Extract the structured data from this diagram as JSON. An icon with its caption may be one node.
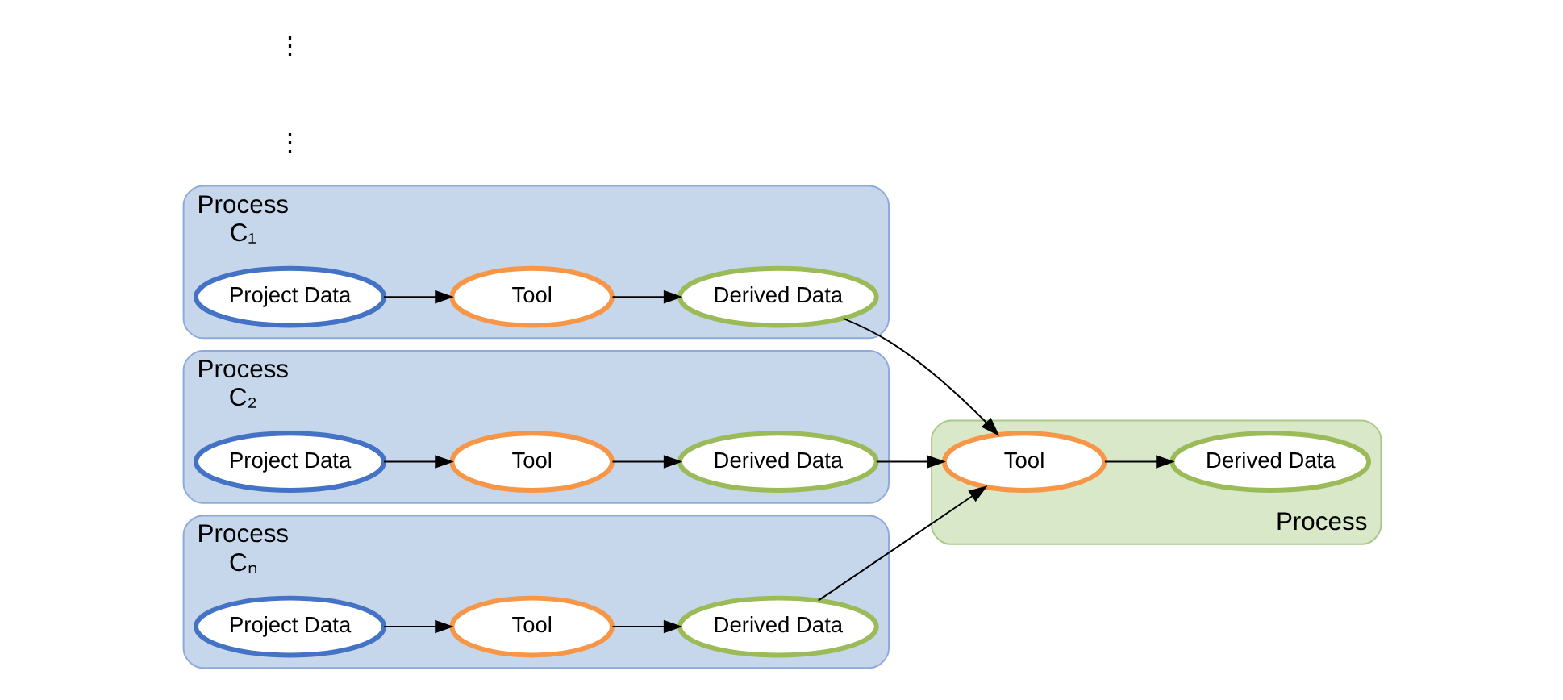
{
  "diagram": {
    "nodes": [
      {
        "text": [
          "Process"
        ]
      },
      {
        "text": [
          "Process",
          "C₁"
        ]
      },
      {
        "text": [
          "Project Data"
        ],
        "in": 1
      },
      {
        "text": [
          "Tool"
        ],
        "in": 1
      },
      {
        "text": [
          "Derived Data"
        ],
        "in": 1
      },
      {
        "text": [
          "Process",
          "C₂"
        ]
      },
      {
        "text": [
          "Project Data"
        ],
        "in": 5
      },
      {
        "text": [
          "Tool"
        ],
        "in": 5
      },
      {
        "text": [
          "Derived Data"
        ],
        "in": 5
      },
      {
        "text": [
          "Process",
          "Cₙ"
        ]
      },
      {
        "text": [
          "Project Data"
        ],
        "in": 9
      },
      {
        "text": [
          "Tool"
        ],
        "in": 9
      },
      {
        "text": [
          "Derived Data"
        ],
        "in": 9
      },
      {
        "text": [
          "Tool"
        ],
        "in": 0
      },
      {
        "text": [
          "Derived Data"
        ],
        "in": 0
      }
    ],
    "edges": [
      {
        "from": 2,
        "to": 3,
        "arrow": "to"
      },
      {
        "from": 3,
        "to": 4,
        "arrow": "to"
      },
      {
        "from": 6,
        "to": 7,
        "arrow": "to"
      },
      {
        "from": 7,
        "to": 8,
        "arrow": "to"
      },
      {
        "from": 10,
        "to": 11,
        "arrow": "to"
      },
      {
        "from": 11,
        "to": 12,
        "arrow": "to"
      },
      {
        "from": 4,
        "to": 13,
        "arrow": "to"
      },
      {
        "from": 8,
        "to": 13,
        "arrow": "to"
      },
      {
        "from": 12,
        "to": 13,
        "arrow": "to"
      },
      {
        "from": 13,
        "to": 14,
        "arrow": "to"
      }
    ],
    "labels": [
      "⋮",
      "⋮"
    ]
  }
}
